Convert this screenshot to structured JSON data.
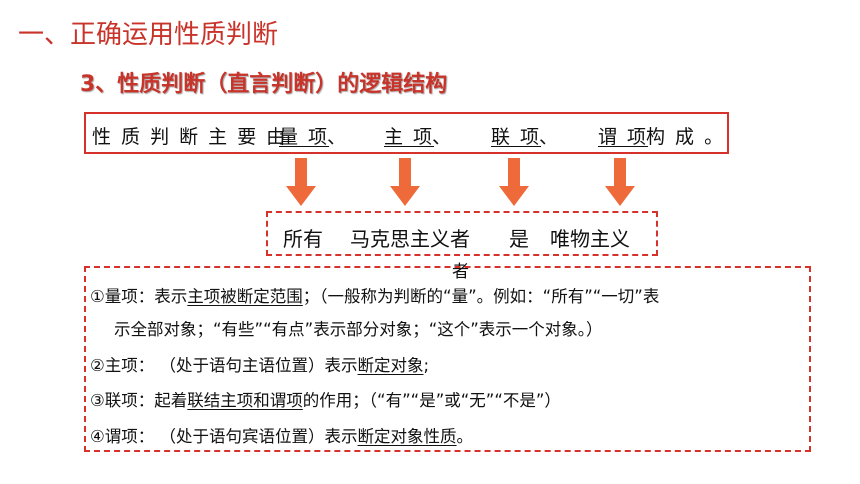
{
  "header": {
    "title": "一、正确运用性质判断",
    "subtitle": "3、性质判断（直言判断）的逻辑结构"
  },
  "sentence": {
    "lead": "性 质 判 断 主 要 由",
    "quantifier": "量 项",
    "sep1": "、",
    "subject": "主 项",
    "sep2": "、",
    "copula": "联 项",
    "sep3": "、",
    "predicate": "谓 项",
    "tail": "构 成 。"
  },
  "example": {
    "quantifier": "所有",
    "subject": "马克思主义者",
    "copula": "是",
    "predicate": "唯物主义",
    "predicate_overflow": "者"
  },
  "explanations": {
    "line1": {
      "prefix": "①量项：表示",
      "u1": "主项",
      "u2": "被断定范围",
      "rest": "；（一般称为判断的“量”。例如：“所有”“一切”表"
    },
    "line1b": "示全部对象；“有些”“有点”表示部分对象；“这个”表示一个对象。）",
    "line2": {
      "prefix": "②主项：  （处于语句主语位置）表示",
      "u1": "断定对象",
      "rest": ";"
    },
    "line3": {
      "prefix": "③联项：起着",
      "u1": "联结主项和谓项",
      "rest": "的作用；（“有”“是”或“无”“不是”）"
    },
    "line4": {
      "prefix": "④谓项：  （处于语句宾语位置）表示",
      "u1": "断定对象性质",
      "rest": "。"
    }
  },
  "colors": {
    "accent": "#c8332a",
    "arrow": "#ee6a3a",
    "text": "#111111"
  }
}
